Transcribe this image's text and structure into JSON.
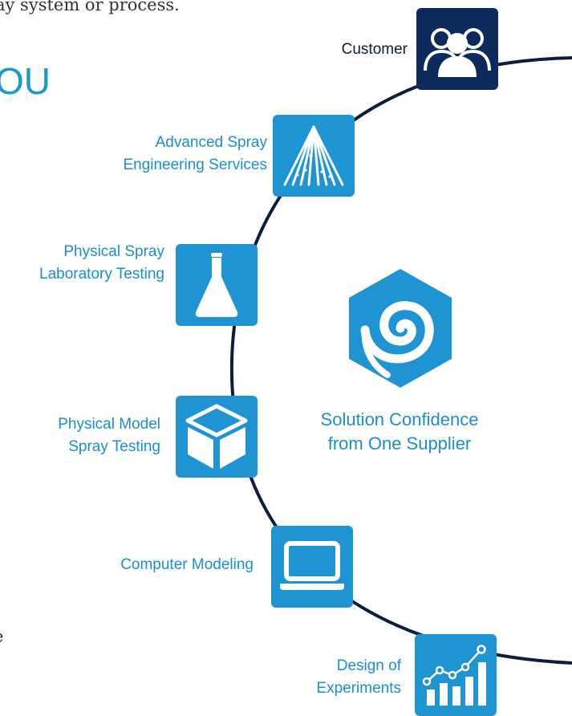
{
  "intro": {
    "text": "ay system or process."
  },
  "heading": {
    "fragment": "OU"
  },
  "body": {
    "fragment": "e"
  },
  "steps": [
    {
      "label_lines": [
        "Customer"
      ],
      "icon": "people-icon"
    },
    {
      "label_lines": [
        "Advanced Spray",
        "Engineering Services"
      ],
      "icon": "spray-fan-icon"
    },
    {
      "label_lines": [
        "Physical Spray",
        "Laboratory Testing"
      ],
      "icon": "flask-icon"
    },
    {
      "label_lines": [
        "Physical Model",
        "Spray Testing"
      ],
      "icon": "cube-icon"
    },
    {
      "label_lines": [
        "Computer Modeling"
      ],
      "icon": "laptop-icon"
    },
    {
      "label_lines": [
        "Design of",
        "Experiments"
      ],
      "icon": "bar-chart-icon"
    }
  ],
  "center": {
    "caption_line1": "Solution Confidence",
    "caption_line2": "from One Supplier",
    "icon": "spiral-logo-icon"
  },
  "colors": {
    "brand_blue": "#1f94d2",
    "navy": "#0c2b5c",
    "arc": "#0c1e3e",
    "label_blue": "#1a8fcf"
  }
}
